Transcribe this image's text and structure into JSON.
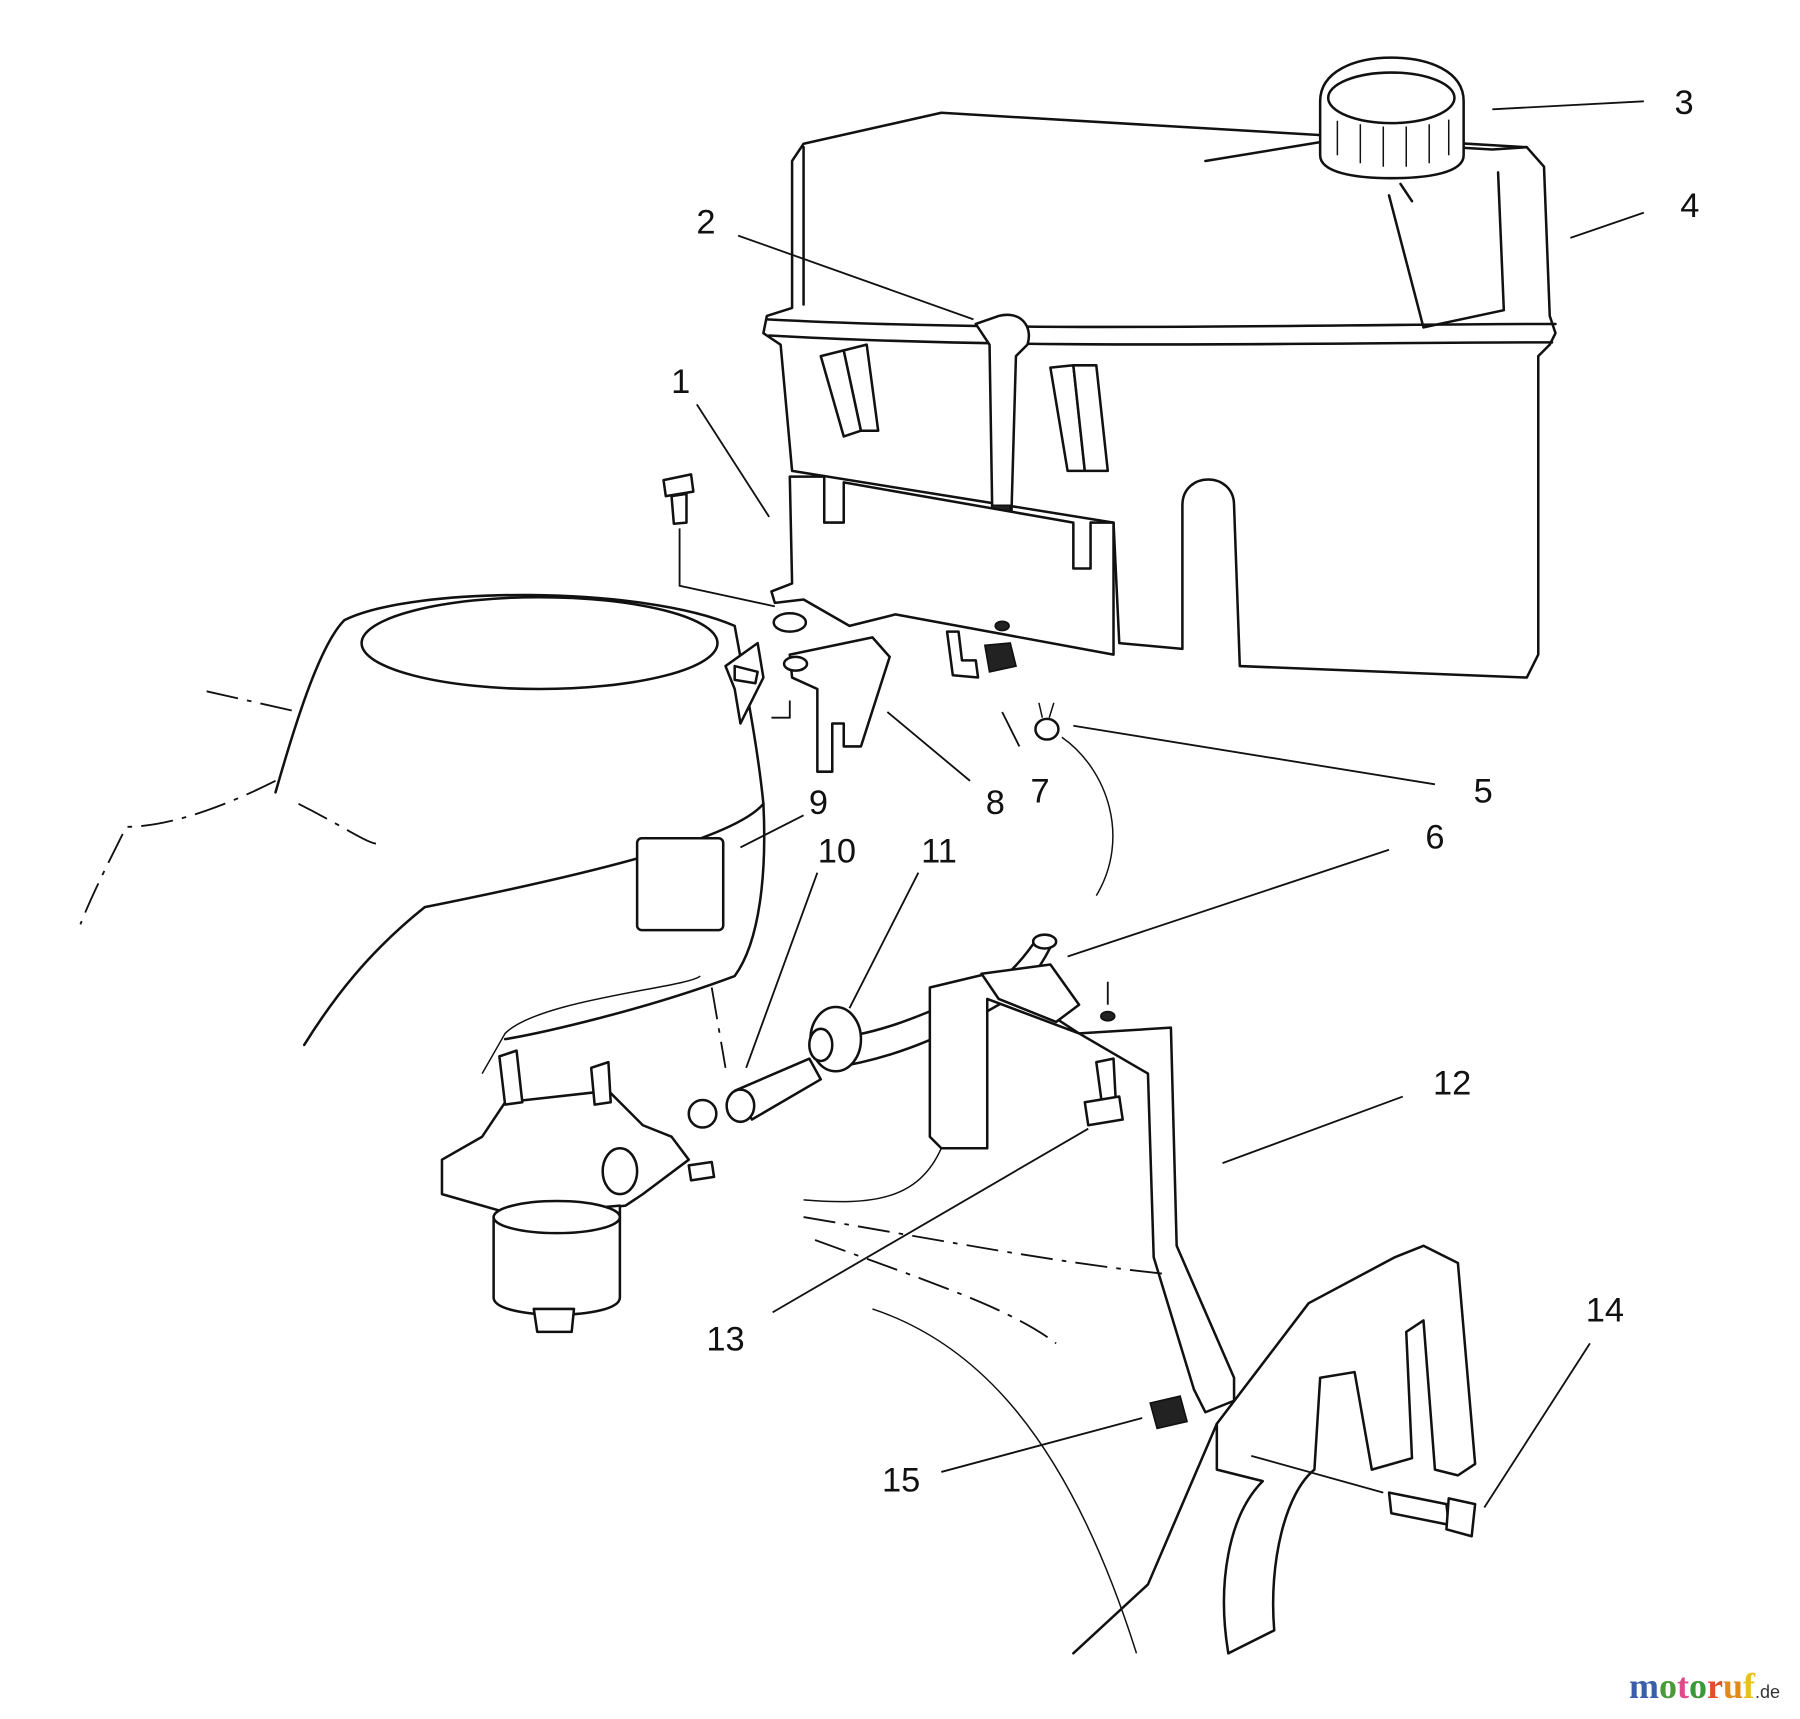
{
  "diagram": {
    "callouts": [
      {
        "id": "1",
        "label": "1"
      },
      {
        "id": "2",
        "label": "2"
      },
      {
        "id": "3",
        "label": "3"
      },
      {
        "id": "4",
        "label": "4"
      },
      {
        "id": "5",
        "label": "5"
      },
      {
        "id": "6",
        "label": "6"
      },
      {
        "id": "7",
        "label": "7"
      },
      {
        "id": "8",
        "label": "8"
      },
      {
        "id": "9",
        "label": "9"
      },
      {
        "id": "10",
        "label": "10"
      },
      {
        "id": "11",
        "label": "11"
      },
      {
        "id": "12",
        "label": "12"
      },
      {
        "id": "13",
        "label": "13"
      },
      {
        "id": "14",
        "label": "14"
      },
      {
        "id": "15",
        "label": "15"
      }
    ]
  },
  "watermark": {
    "text": "motoruf.de",
    "letters": [
      {
        "ch": "m",
        "color": "#3a5fa8"
      },
      {
        "ch": "o",
        "color": "#4a9a3a"
      },
      {
        "ch": "t",
        "color": "#e04a8a"
      },
      {
        "ch": "o",
        "color": "#3a9a3a"
      },
      {
        "ch": "r",
        "color": "#e0502a"
      },
      {
        "ch": "u",
        "color": "#e08a1a"
      },
      {
        "ch": "f",
        "color": "#e8c020"
      }
    ],
    "suffix": ".de"
  }
}
